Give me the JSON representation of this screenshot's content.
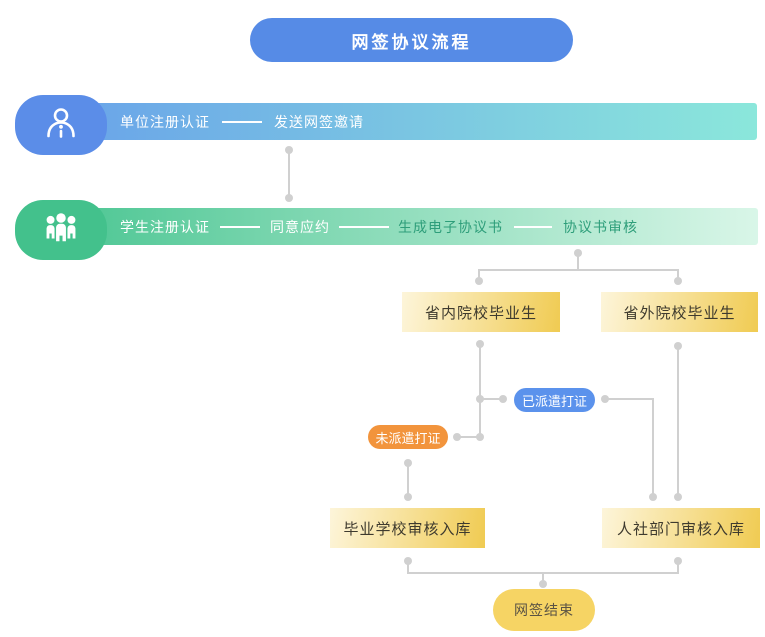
{
  "title": {
    "label": "网签协议流程"
  },
  "lanes": [
    {
      "name": "unit-lane",
      "icon": "company-user-icon",
      "steps": [
        "单位注册认证",
        "发送网签邀请"
      ]
    },
    {
      "name": "student-lane",
      "icon": "students-group-icon",
      "steps": [
        "学生注册认证",
        "同意应约",
        "生成电子协议书",
        "协议书审核"
      ]
    }
  ],
  "branch_boxes": {
    "in_province": "省内院校毕业生",
    "out_province": "省外院校毕业生"
  },
  "status_pills": {
    "dispatched": "已派遣打证",
    "not_dispatched": "未派遣打证"
  },
  "review_boxes": {
    "school": "毕业学校审核入库",
    "hr": "人社部门审核入库"
  },
  "end_pill": {
    "label": "网签结束"
  },
  "colors": {
    "accent_blue": "#568BE6",
    "blob_blue": "#5B8DE8",
    "bar1_start": "#69A3E9",
    "bar1_end": "#8BE7DB",
    "blob_green": "#43C18C",
    "bar2_start": "#4CC693",
    "bar2_end": "#D9F6E8",
    "green_text": "#2E9E7A",
    "yellow_box_start": "#FDF5DA",
    "yellow_box_end": "#F0CB52",
    "box_text": "#3E3A2E",
    "pill_blue": "#5B92EC",
    "pill_orange": "#F2943C",
    "pill_yellow": "#F6D464",
    "end_text": "#5A5344",
    "line_gray": "#D0D0D0"
  }
}
